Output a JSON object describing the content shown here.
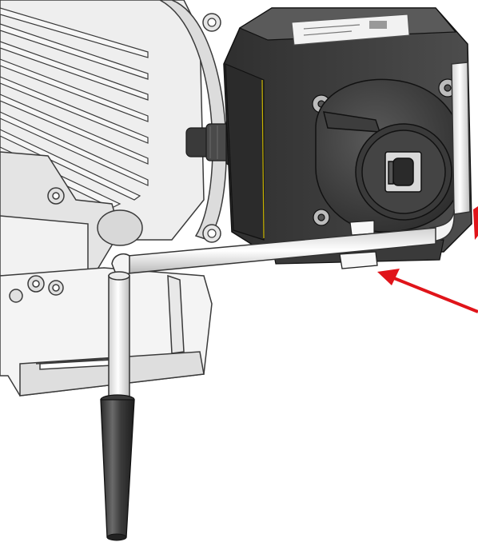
{
  "figure": {
    "type": "technical-illustration",
    "background": "#ffffff",
    "colors": {
      "metal_light": "#e9e9e9",
      "metal_mid": "#cfcfcf",
      "metal_line": "#3a3a3a",
      "housing_dark": "#4a4a4a",
      "housing_darker": "#333333",
      "handle_dark": "#2d2d2d",
      "arrow": "#e0141a"
    },
    "icons": {
      "pointer": "red-arrow",
      "label": "nameplate-label",
      "grip": "handle-grip"
    },
    "nameplate": {
      "text_lines": [
        "",
        ""
      ]
    }
  }
}
